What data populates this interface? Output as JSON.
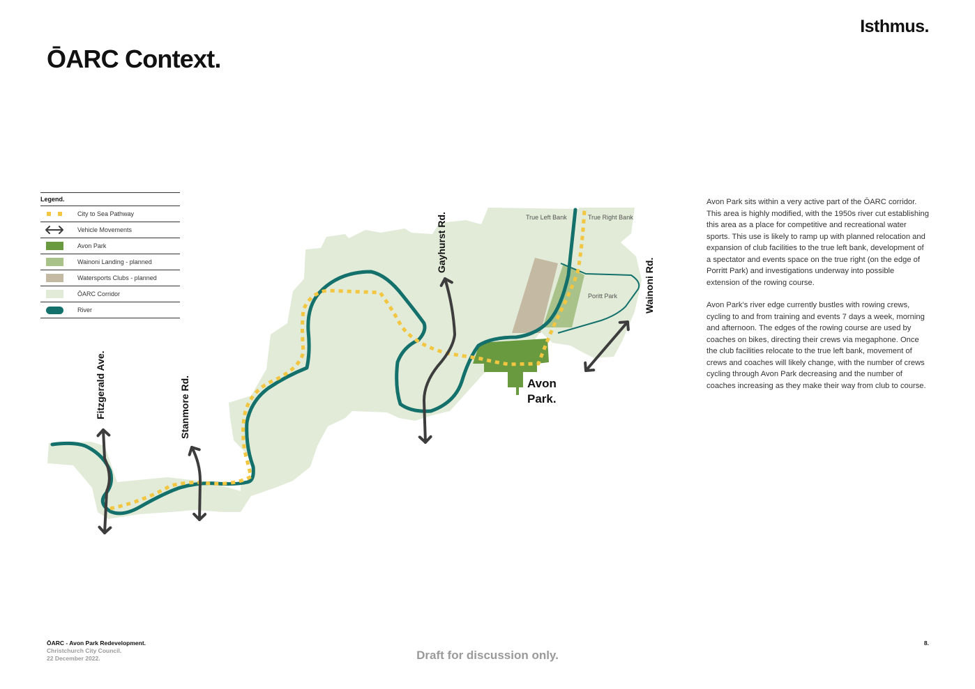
{
  "header": {
    "brand": "Isthmus.",
    "title": "ŌARC Context."
  },
  "legend": {
    "title": "Legend.",
    "items": [
      {
        "label": "City to Sea Pathway",
        "swatch": "dots",
        "color": "#f2c641"
      },
      {
        "label": "Vehicle Movements",
        "swatch": "double-arrow-icon",
        "color": "#3d3d3d"
      },
      {
        "label": "Avon Park",
        "swatch": "box",
        "color": "#6a9a3f"
      },
      {
        "label": "Wainoni Landing - planned",
        "swatch": "box",
        "color": "#a8c28a"
      },
      {
        "label": "Watersports Clubs - planned",
        "swatch": "box",
        "color": "#c4b9a2"
      },
      {
        "label": "ŌARC Corridor",
        "swatch": "box",
        "color": "#e1ebd8"
      },
      {
        "label": "River",
        "swatch": "pill",
        "color": "#13706b"
      }
    ]
  },
  "map": {
    "roads": [
      "Fitzgerald Ave.",
      "Stanmore Rd.",
      "Gayhurst Rd.",
      "Wainoni Rd."
    ],
    "place_labels": {
      "true_left_bank": "True Left Bank",
      "true_right_bank": "True Right Bank",
      "poritt_park": "Poritt Park",
      "avon_line1": "Avon",
      "avon_line2": "Park."
    },
    "colors": {
      "corridor": "#e1ebd8",
      "river": "#13706b",
      "pathway": "#f2c641",
      "vehicle": "#3d3d3d",
      "avon_park": "#6a9a3f",
      "wainoni_landing": "#a8c28a",
      "watersports": "#c4b9a2"
    }
  },
  "description": {
    "p1": "Avon Park sits within a very active part of the ŌARC corridor. This area is highly modified, with the 1950s river cut establishing this area as a place for competitive and recreational water sports. This use is likely to ramp up with planned relocation and expansion of club facilities to the true left bank, development of a spectator and events space on the true right (on the edge of Porritt Park) and investigations underway into possible extension of the rowing course.",
    "p2": "Avon Park’s river edge currently bustles with rowing crews, cycling to and from training and events 7 days a week, morning and afternoon. The edges of the rowing course are used by coaches on bikes, directing their crews via megaphone. Once the club facilities relocate to the true left bank, movement of crews and coaches will likely change, with the number of crews cycling through Avon Park decreasing and the number of coaches increasing as they make their way from club to course."
  },
  "footer": {
    "project": "ŌARC - Avon Park Redevelopment.",
    "client": "Christchurch City Council.",
    "date": "22 December 2022.",
    "draft": "Draft for discussion only.",
    "page": "8."
  }
}
